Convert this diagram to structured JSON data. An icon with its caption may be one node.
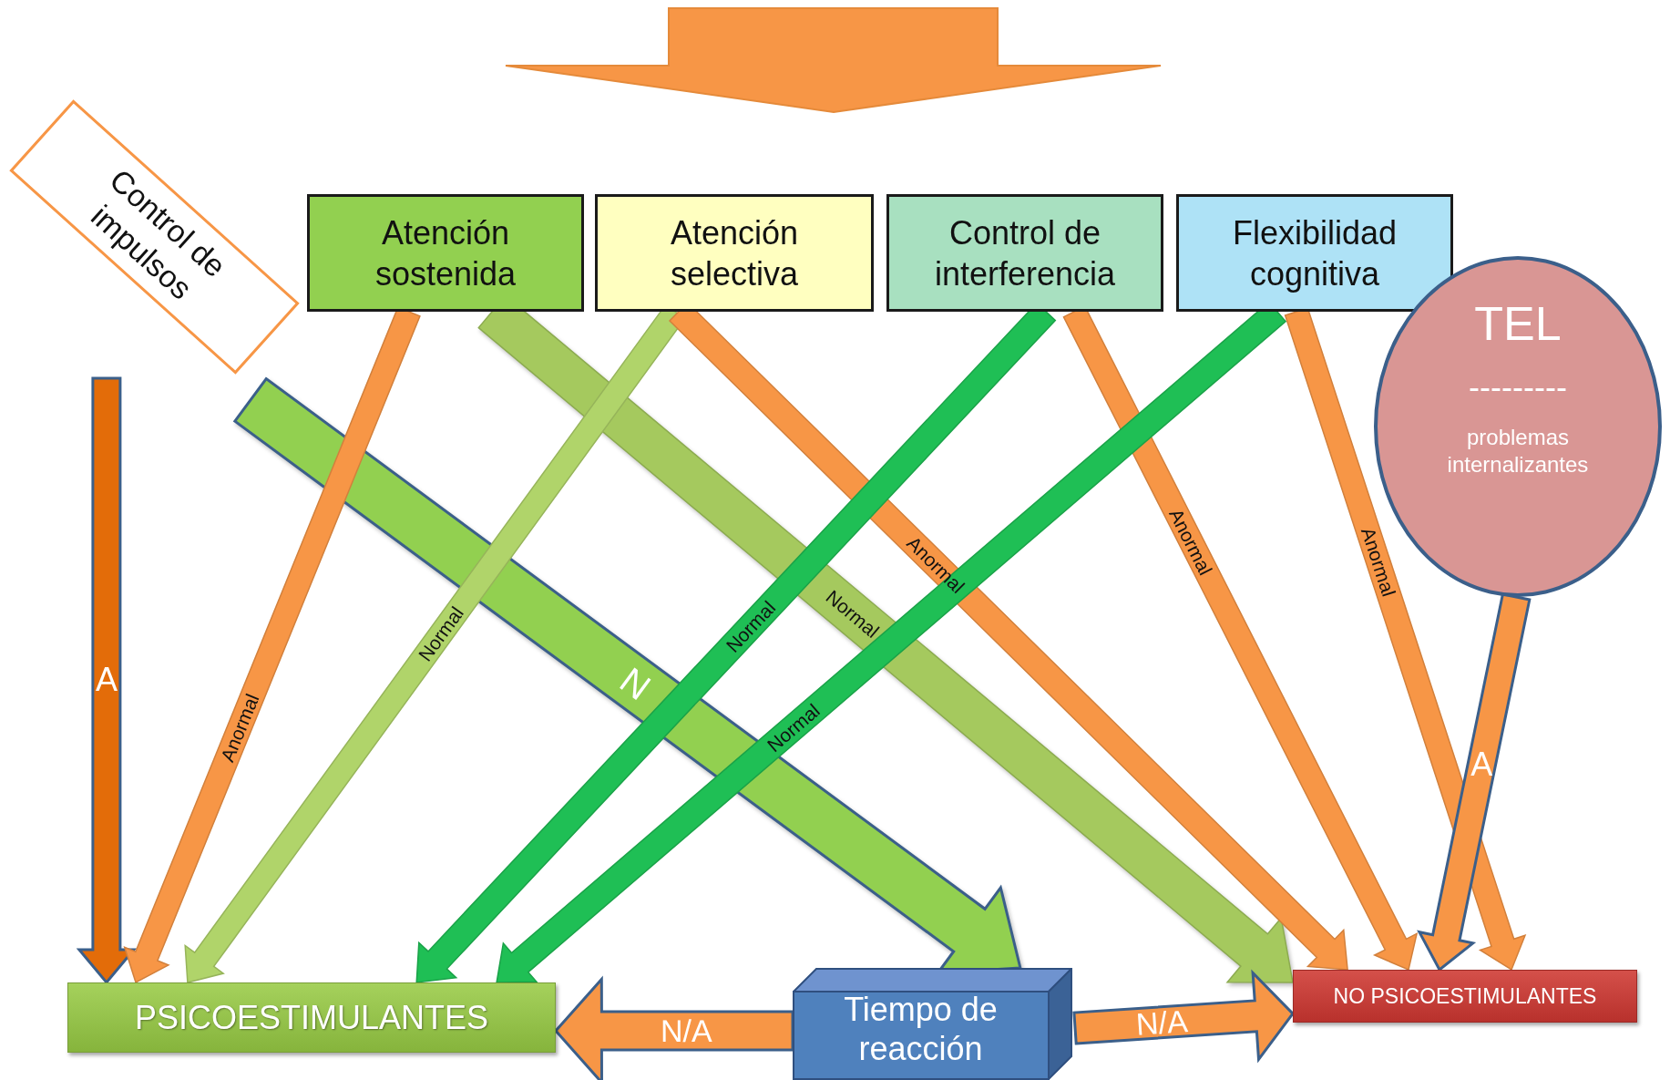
{
  "diagram": {
    "nodes": [
      {
        "text": [
          "Control de impulsos"
        ]
      },
      {
        "text": [
          "Atención sostenida"
        ]
      },
      {
        "text": [
          "Atención selectiva"
        ]
      },
      {
        "text": [
          "Control de interferencia"
        ]
      },
      {
        "text": [
          "Flexibilidad cognitiva"
        ]
      },
      {
        "text": [
          "TEL",
          "---------",
          "problemas internalizantes"
        ]
      },
      {
        "text": [
          "PSICOESTIMULANTES"
        ]
      },
      {
        "text": [
          "Tiempo de reacción"
        ]
      },
      {
        "text": [
          "NO PSICOESTIMULANTES"
        ]
      }
    ],
    "edges": [
      {
        "from": 0,
        "to": 6,
        "arrow": "to",
        "label": "A",
        "color": "#e36c09"
      },
      {
        "from": 0,
        "to": 7,
        "arrow": "to",
        "label": "N",
        "color": "#92d050",
        "style": "thick"
      },
      {
        "from": 1,
        "to": 6,
        "arrow": "to",
        "label": "Anormal"
      },
      {
        "from": 1,
        "to": 8,
        "arrow": "to",
        "label": "Normal",
        "color": "#a5c95e",
        "style": "thick"
      },
      {
        "from": 2,
        "to": 6,
        "arrow": "to",
        "label": "Normal",
        "color": "#b0d46a"
      },
      {
        "from": 2,
        "to": 8,
        "arrow": "to",
        "label": "Anormal"
      },
      {
        "from": 3,
        "to": 6,
        "arrow": "to",
        "label": "Normal",
        "color": "#1fbf55"
      },
      {
        "from": 3,
        "to": 8,
        "arrow": "to",
        "label": "Anormal"
      },
      {
        "from": 4,
        "to": 6,
        "arrow": "to",
        "label": "Normal",
        "color": "#1fbf55"
      },
      {
        "from": 4,
        "to": 8,
        "arrow": "to",
        "label": "Anormal"
      },
      {
        "from": 5,
        "to": 8,
        "arrow": "to",
        "label": "A"
      },
      {
        "from": 7,
        "to": 6,
        "arrow": "to",
        "label": "N/A"
      },
      {
        "from": 7,
        "to": 8,
        "arrow": "to",
        "label": "N/A"
      }
    ]
  }
}
